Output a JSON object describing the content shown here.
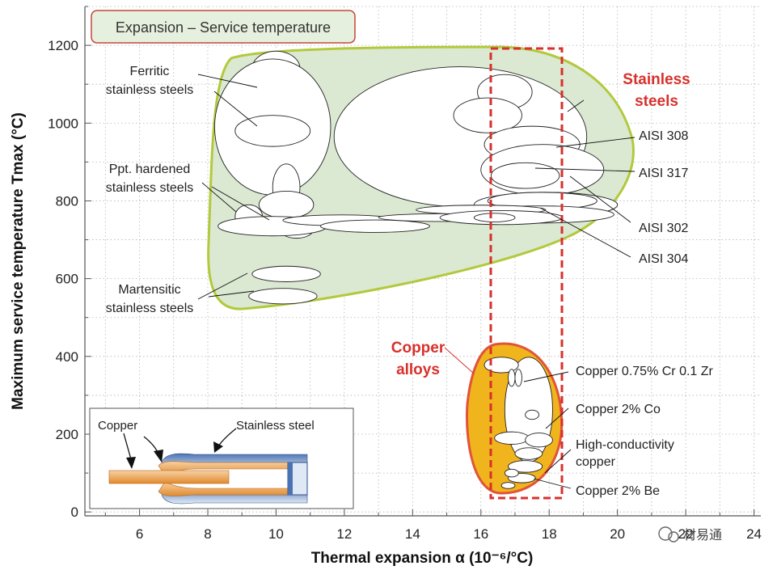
{
  "chart_data": {
    "type": "scatter",
    "title": "Expansion – Service temperature",
    "xlabel": "Thermal expansion α (10⁻⁶/°C)",
    "ylabel": "Maximum service temperature Tmax (°C)",
    "xlim": [
      4.4,
      24.2
    ],
    "ylim": [
      -10,
      1300
    ],
    "xticks": [
      6,
      8,
      10,
      12,
      14,
      16,
      18,
      20,
      22,
      24
    ],
    "yticks": [
      0,
      200,
      400,
      600,
      800,
      1000,
      1200
    ],
    "grid": true,
    "series": [
      {
        "name": "Stainless steels",
        "color": "#dbe9d2",
        "edge": "#b2c93c"
      },
      {
        "name": "Copper alloys",
        "color": "#f0b41c",
        "edge": "#e2533a"
      }
    ],
    "bubbles": [
      {
        "cx": 10.0,
        "cy": 1140,
        "rx": 0.7,
        "ry": 45
      },
      {
        "cx": 9.9,
        "cy": 990,
        "rx": 1.7,
        "ry": 175
      },
      {
        "cx": 9.9,
        "cy": 980,
        "rx": 1.1,
        "ry": 40
      },
      {
        "cx": 10.3,
        "cy": 835,
        "rx": 0.4,
        "ry": 60
      },
      {
        "cx": 10.3,
        "cy": 790,
        "rx": 0.8,
        "ry": 35
      },
      {
        "cx": 9.2,
        "cy": 760,
        "rx": 0.4,
        "ry": 30
      },
      {
        "cx": 9.0,
        "cy": 740,
        "rx": 0.2,
        "ry": 15
      },
      {
        "cx": 10.6,
        "cy": 728,
        "rx": 0.5,
        "ry": 24
      },
      {
        "cx": 9.9,
        "cy": 735,
        "rx": 1.6,
        "ry": 25
      },
      {
        "cx": 11.9,
        "cy": 750,
        "rx": 1.7,
        "ry": 14
      },
      {
        "cx": 12.9,
        "cy": 735,
        "rx": 1.6,
        "ry": 16
      },
      {
        "cx": 10.3,
        "cy": 612,
        "rx": 1.0,
        "ry": 20
      },
      {
        "cx": 10.2,
        "cy": 555,
        "rx": 1.0,
        "ry": 20
      },
      {
        "cx": 15.4,
        "cy": 965,
        "rx": 3.7,
        "ry": 180
      },
      {
        "cx": 16.7,
        "cy": 1080,
        "rx": 0.8,
        "ry": 45
      },
      {
        "cx": 16.2,
        "cy": 1020,
        "rx": 1.0,
        "ry": 45
      },
      {
        "cx": 17.5,
        "cy": 945,
        "rx": 1.4,
        "ry": 47
      },
      {
        "cx": 17.8,
        "cy": 880,
        "rx": 1.8,
        "ry": 65
      },
      {
        "cx": 17.3,
        "cy": 865,
        "rx": 1.0,
        "ry": 33
      },
      {
        "cx": 17.9,
        "cy": 790,
        "rx": 2.1,
        "ry": 32
      },
      {
        "cx": 17.8,
        "cy": 800,
        "rx": 1.6,
        "ry": 22
      },
      {
        "cx": 17.7,
        "cy": 765,
        "rx": 2.2,
        "ry": 22
      },
      {
        "cx": 16.0,
        "cy": 777,
        "rx": 1.9,
        "ry": 12
      },
      {
        "cx": 14.9,
        "cy": 757,
        "rx": 1.9,
        "ry": 10
      },
      {
        "cx": 16.6,
        "cy": 757,
        "rx": 1.8,
        "ry": 18
      },
      {
        "cx": 16.4,
        "cy": 757,
        "rx": 0.6,
        "ry": 11
      },
      {
        "cx": 17.4,
        "cy": 263,
        "rx": 0.7,
        "ry": 135
      },
      {
        "cx": 16.6,
        "cy": 378,
        "rx": 0.5,
        "ry": 20
      },
      {
        "cx": 16.9,
        "cy": 345,
        "rx": 0.1,
        "ry": 22
      },
      {
        "cx": 17.1,
        "cy": 345,
        "rx": 0.1,
        "ry": 22
      },
      {
        "cx": 17.5,
        "cy": 250,
        "rx": 0.2,
        "ry": 12
      },
      {
        "cx": 16.9,
        "cy": 190,
        "rx": 0.5,
        "ry": 16
      },
      {
        "cx": 17.7,
        "cy": 185,
        "rx": 0.4,
        "ry": 18
      },
      {
        "cx": 17.4,
        "cy": 150,
        "rx": 0.4,
        "ry": 15
      },
      {
        "cx": 17.3,
        "cy": 117,
        "rx": 0.5,
        "ry": 15
      },
      {
        "cx": 17.2,
        "cy": 87,
        "rx": 0.4,
        "ry": 12
      },
      {
        "cx": 16.8,
        "cy": 68,
        "rx": 0.2,
        "ry": 8
      },
      {
        "cx": 16.9,
        "cy": 100,
        "rx": 0.2,
        "ry": 10
      }
    ],
    "labels": {
      "ferritic": "Ferritic\nstainless steels",
      "ppt": "Ppt. hardened\nstainless steels",
      "martensitic": "Martensitic\nstainless steels",
      "stainless_group": "Stainless\nsteels",
      "copper_group": "Copper\nalloys",
      "aisi308": "AISI 308",
      "aisi317": "AISI 317",
      "aisi302": "AISI 302",
      "aisi304": "AISI 304",
      "cu_crzr": "Copper 0.75% Cr 0.1 Zr",
      "cu_co": "Copper 2% Co",
      "cu_hc": "High-conductivity\ncopper",
      "cu_be": "Copper 2% Be"
    },
    "inset": {
      "copper": "Copper",
      "stainless": "Stainless steel"
    }
  },
  "watermark": "材易通"
}
